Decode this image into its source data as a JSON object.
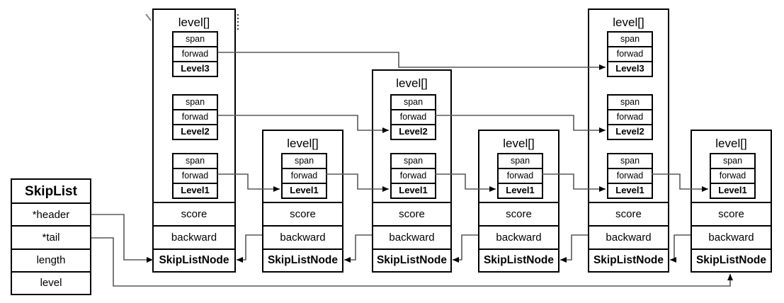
{
  "skiplist": {
    "title": "SkipList",
    "fields": [
      "*header",
      "*tail",
      "length",
      "level"
    ]
  },
  "nodes": [
    {
      "title": "level[]",
      "levels": [
        {
          "span": "span",
          "forward": "forwad",
          "label": "Level3"
        },
        {
          "span": "span",
          "forward": "forwad",
          "label": "Level2"
        },
        {
          "span": "span",
          "forward": "forwad",
          "label": "Level1"
        }
      ],
      "score": "score",
      "backward": "backward",
      "name": "SkipListNode"
    },
    {
      "title": "level[]",
      "levels": [
        {
          "span": "span",
          "forward": "forwad",
          "label": "Level1"
        }
      ],
      "score": "score",
      "backward": "backward",
      "name": "SkipListNode"
    },
    {
      "title": "level[]",
      "levels": [
        {
          "span": "span",
          "forward": "forwad",
          "label": "Level2"
        },
        {
          "span": "span",
          "forward": "forwad",
          "label": "Level1"
        }
      ],
      "score": "score",
      "backward": "backward",
      "name": "SkipListNode"
    },
    {
      "title": "level[]",
      "levels": [
        {
          "span": "span",
          "forward": "forwad",
          "label": "Level1"
        }
      ],
      "score": "score",
      "backward": "backward",
      "name": "SkipListNode"
    },
    {
      "title": "level[]",
      "levels": [
        {
          "span": "span",
          "forward": "forwad",
          "label": "Level3"
        },
        {
          "span": "span",
          "forward": "forwad",
          "label": "Level2"
        },
        {
          "span": "span",
          "forward": "forwad",
          "label": "Level1"
        }
      ],
      "score": "score",
      "backward": "backward",
      "name": "SkipListNode"
    },
    {
      "title": "level[]",
      "levels": [
        {
          "span": "span",
          "forward": "forwad",
          "label": "Level1"
        }
      ],
      "score": "score",
      "backward": "backward",
      "name": "SkipListNode"
    }
  ],
  "colors": {
    "background": "#ffffff",
    "box_border": "#000000",
    "arrow_line": "#595959",
    "arrow_head": "#000000"
  }
}
